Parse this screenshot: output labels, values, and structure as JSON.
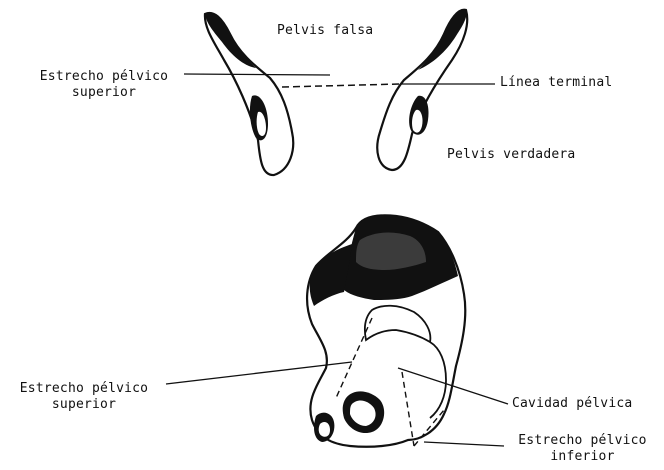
{
  "top_figure": {
    "label_pelvis_falsa": "Pelvis falsa",
    "label_estrecho_superior_line1": "Estrecho pélvico",
    "label_estrecho_superior_line2": "superior",
    "label_linea_terminal": "Línea terminal",
    "label_pelvis_verdadera": "Pelvis verdadera"
  },
  "bottom_figure": {
    "label_estrecho_superior_line1": "Estrecho pélvico",
    "label_estrecho_superior_line2": "superior",
    "label_cavidad_pelvica": "Cavidad pélvica",
    "label_estrecho_inferior_line1": "Estrecho pélvico",
    "label_estrecho_inferior_line2": "inferior"
  },
  "colors": {
    "ink": "#111111",
    "bone_fill": "#ffffff"
  }
}
